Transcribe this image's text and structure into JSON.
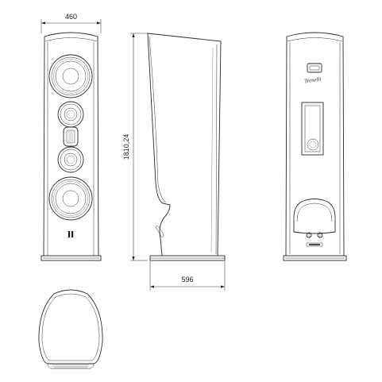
{
  "dimensions": {
    "front_width": "460",
    "height": "1810,24",
    "depth": "596"
  },
  "rear_view": {
    "signature": "Trenelli"
  },
  "colors": {
    "line": "#2a2a2a",
    "background": "#ffffff"
  }
}
